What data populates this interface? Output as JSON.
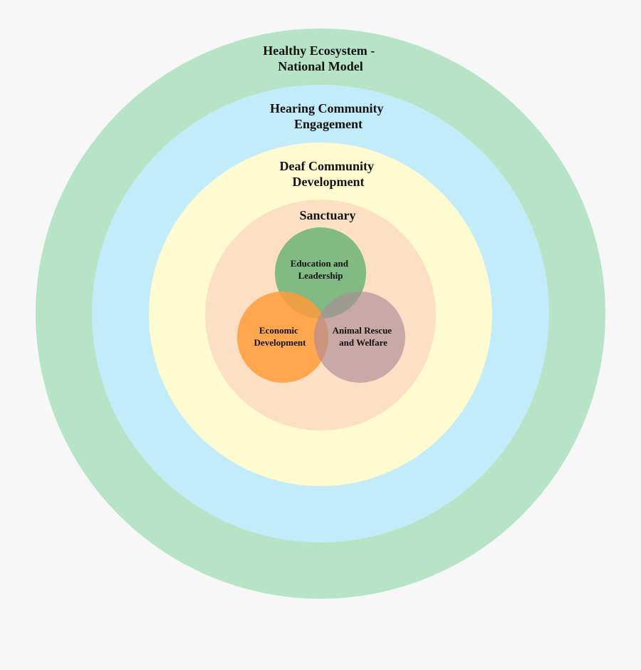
{
  "rings": [
    {
      "id": "ecosystem",
      "lines": [
        "Healthy Ecosystem -",
        "National Model"
      ],
      "color": "#b7e4c7"
    },
    {
      "id": "hearing",
      "lines": [
        "Hearing Community",
        "Engagement"
      ],
      "color": "#c3ecfb"
    },
    {
      "id": "deaf",
      "lines": [
        "Deaf Community",
        "Development"
      ],
      "color": "#fffbd0"
    },
    {
      "id": "sanctuary",
      "lines": [
        "Sanctuary"
      ],
      "color": "#fde0c4"
    }
  ],
  "venn": [
    {
      "id": "education",
      "lines": [
        "Education and",
        "Leadership"
      ],
      "color": "#57ae6e"
    },
    {
      "id": "economic",
      "lines": [
        "Economic",
        "Development"
      ],
      "color": "#ff9b3b"
    },
    {
      "id": "animal",
      "lines": [
        "Animal Rescue",
        "and Welfare"
      ],
      "color": "#ad8a9a"
    }
  ]
}
